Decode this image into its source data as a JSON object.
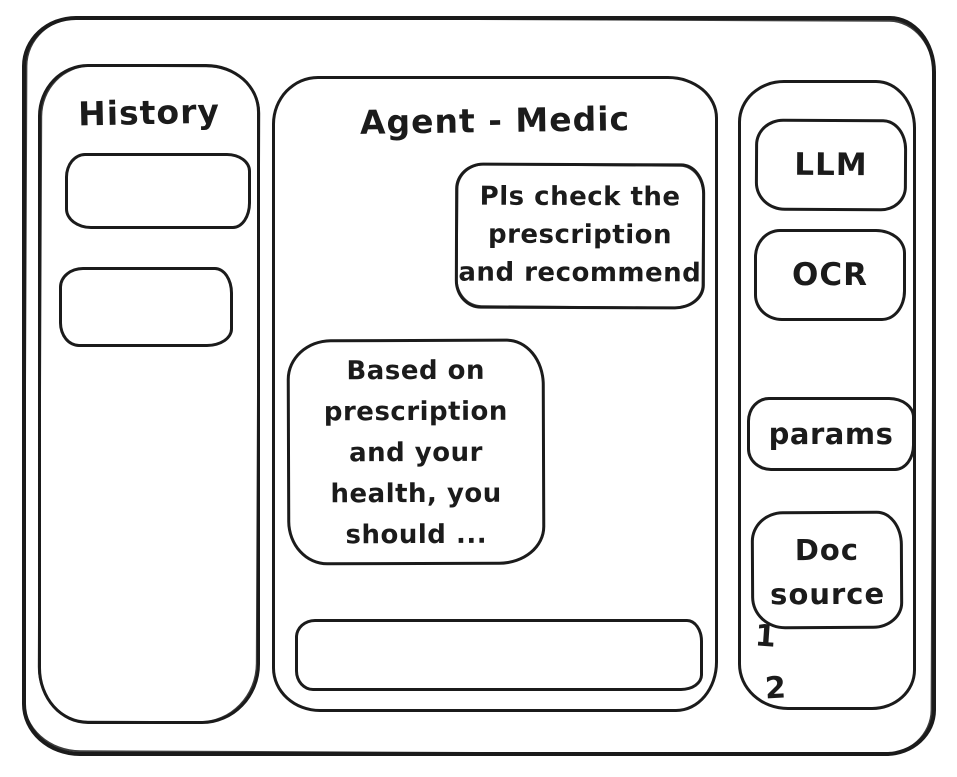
{
  "colors": {
    "stroke": "#1b1b1b",
    "background": "#ffffff"
  },
  "history_panel": {
    "title": "History",
    "items": [
      "",
      ""
    ]
  },
  "chat": {
    "title": "Agent - Medic",
    "messages": [
      {
        "role": "user",
        "lines": [
          "Pls check the",
          "prescription",
          "and recommend"
        ],
        "text": "Pls check the prescription and recommend"
      },
      {
        "role": "assistant",
        "lines": [
          "Based on",
          "prescription",
          "and your",
          "health, you",
          "should ..."
        ],
        "text": "Based on prescription and your health, you should ..."
      }
    ],
    "input": {
      "value": "",
      "placeholder": ""
    }
  },
  "tools_panel": {
    "buttons": [
      "LLM",
      "OCR",
      "params",
      "Doc source"
    ],
    "doc_source_items": [
      "1",
      "2"
    ]
  }
}
